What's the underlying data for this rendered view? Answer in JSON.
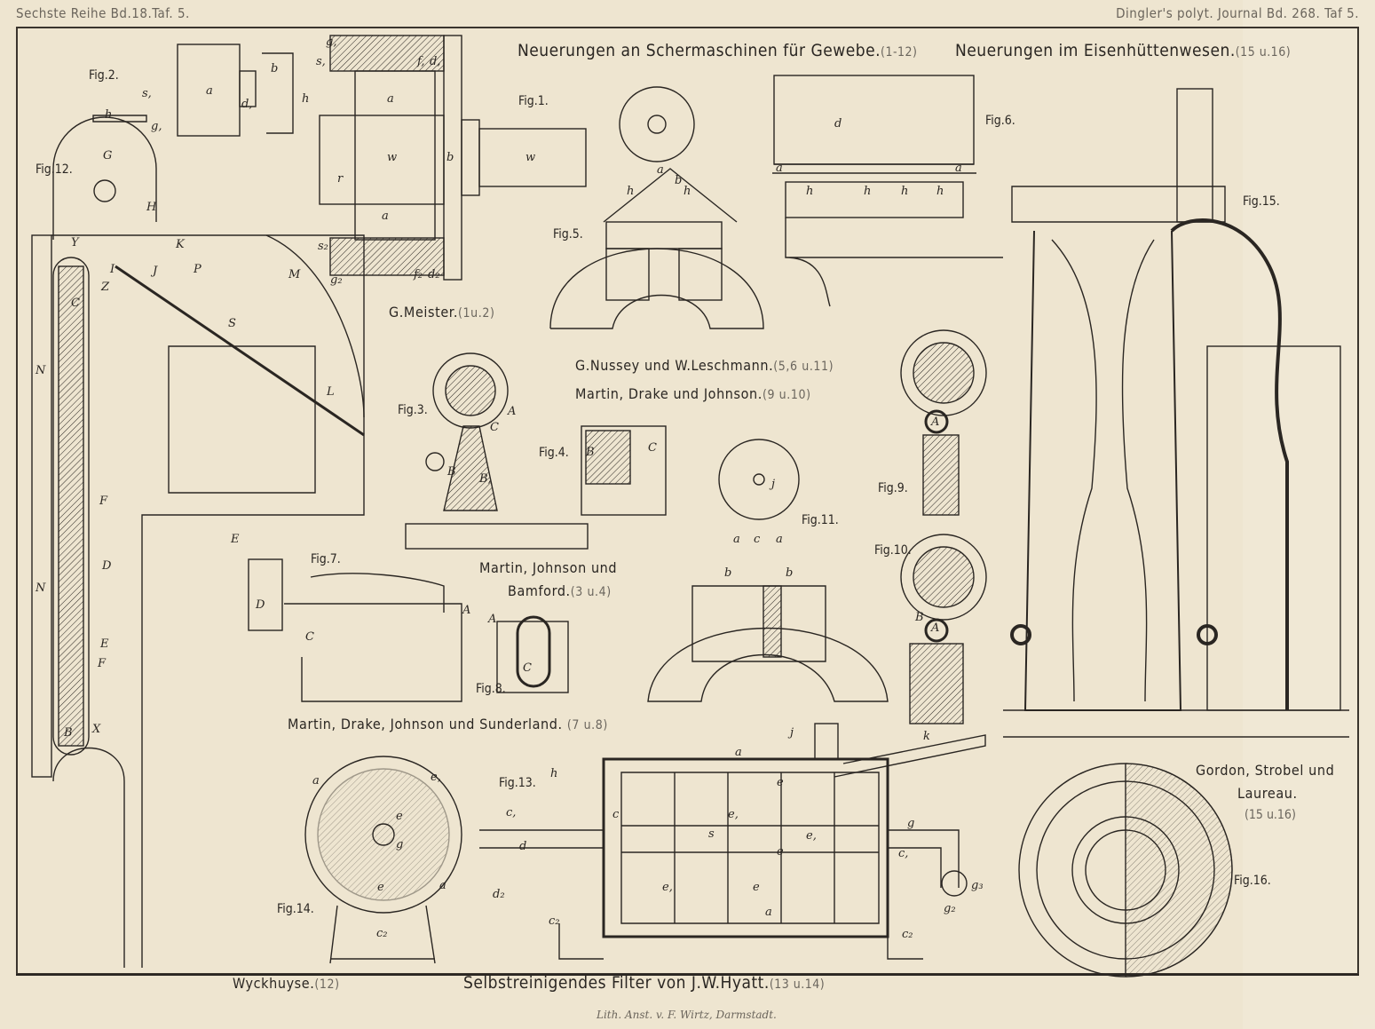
{
  "header": {
    "left": "Sechste Reihe Bd.18.Taf. 5.",
    "right": "Dingler's polyt. Journal Bd. 268. Taf 5."
  },
  "titles": {
    "shearing": {
      "text": "Neuerungen an Schermaschinen für Gewebe.",
      "range": "(1-12)"
    },
    "iron": {
      "text": "Neuerungen im Eisenhüttenwesen.",
      "range": "(15 u.16)"
    }
  },
  "credits": {
    "meister": {
      "text": "G.Meister.",
      "range": "(1u.2)"
    },
    "nussey": {
      "text": "G.Nussey und W.Leschmann.",
      "range": "(5,6 u.11)"
    },
    "martin_drake": {
      "text": "Martin, Drake und Johnson.",
      "range": "(9 u.10)"
    },
    "bamford_1": "Martin, Johnson und",
    "bamford_2": {
      "text": "Bamford.",
      "range": "(3 u.4)"
    },
    "sunderland": {
      "text": "Martin, Drake, Johnson und Sunderland.",
      "range": "(7 u.8)"
    },
    "gordon_1": "Gordon, Strobel und",
    "gordon_2": "Laureau.",
    "gordon_3": "(15 u.16)",
    "wyckhuyse": {
      "text": "Wyckhuyse.",
      "range": "(12)"
    },
    "hyatt": {
      "text": "Selbstreinigendes Filter von J.W.Hyatt.",
      "range": "(13 u.14)"
    }
  },
  "figures": [
    "Fig.1.",
    "Fig.2.",
    "Fig.3.",
    "Fig.4.",
    "Fig.5.",
    "Fig.6.",
    "Fig.7.",
    "Fig.8.",
    "Fig.9.",
    "Fig.10.",
    "Fig.11.",
    "Fig.12.",
    "Fig.13.",
    "Fig.14.",
    "Fig.15.",
    "Fig.16."
  ],
  "letters": {
    "fig2": [
      "a",
      "b",
      "d,",
      "s,",
      "g,",
      "h"
    ],
    "fig1": [
      "g,",
      "s,",
      "f,",
      "d,",
      "h",
      "a",
      "w",
      "r",
      "b",
      "w",
      "a",
      "s₂",
      "f₂",
      "d₂",
      "g₂"
    ],
    "fig12": [
      "G",
      "H",
      "Y",
      "K",
      "I",
      "J",
      "P",
      "M",
      "S",
      "C",
      "Z",
      "L",
      "N",
      "N",
      "F",
      "D",
      "E",
      "F",
      "B",
      "X"
    ],
    "fig3": [
      "A",
      "C",
      "B",
      "B,"
    ],
    "fig4": [
      "B",
      "C"
    ],
    "fig5": [
      "a",
      "b",
      "h",
      "h"
    ],
    "fig6": [
      "d",
      "a",
      "a",
      "h",
      "h",
      "h",
      "h"
    ],
    "fig7": [
      "E",
      "D",
      "C",
      "A"
    ],
    "fig8": [
      "A",
      "C"
    ],
    "fig9": [
      "A"
    ],
    "fig10": [
      "B",
      "A"
    ],
    "fig11": [
      "j",
      "a",
      "c",
      "a",
      "b",
      "b"
    ],
    "fig13": [
      "h",
      "a",
      "e",
      "e",
      "j",
      "k",
      "c,",
      "c",
      "d",
      "s",
      "e,",
      "e,",
      "g",
      "c,",
      "d₂",
      "c₂",
      "e,",
      "e",
      "a",
      "c₂",
      "g₃",
      "g₂"
    ],
    "fig14": [
      "a",
      "e,",
      "e",
      "g",
      "e",
      "a",
      "c₂"
    ]
  },
  "imprint": "Lith. Anst. v. F. Wirtz, Darmstadt.",
  "colors": {
    "paper": "#eee5d0",
    "ink": "#2a2622"
  }
}
